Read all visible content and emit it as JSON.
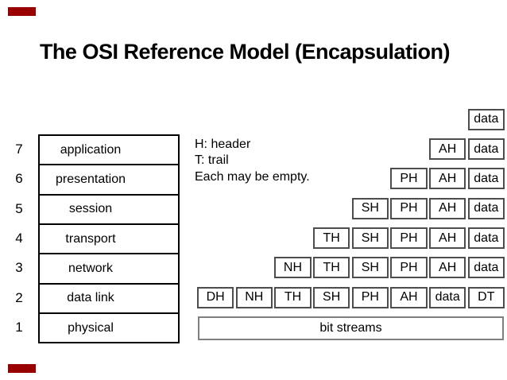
{
  "title": "The OSI Reference Model (Encapsulation)",
  "accent_bars": {
    "color": "#990000"
  },
  "legend": {
    "lines": [
      "H: header",
      "T: trail",
      "Each may be empty."
    ]
  },
  "osi_layers": [
    {
      "number": "7",
      "label": "application"
    },
    {
      "number": "6",
      "label": "presentation"
    },
    {
      "number": "5",
      "label": "session"
    },
    {
      "number": "4",
      "label": "transport"
    },
    {
      "number": "3",
      "label": "network"
    },
    {
      "number": "2",
      "label": "data link"
    },
    {
      "number": "1",
      "label": "physical"
    }
  ],
  "encapsulation": {
    "rows": [
      {
        "name": "row-data-only",
        "cells": [
          {
            "slot": 8,
            "label": "data"
          }
        ]
      },
      {
        "name": "row-application",
        "cells": [
          {
            "slot": 7,
            "label": "AH"
          },
          {
            "slot": 8,
            "label": "data"
          }
        ]
      },
      {
        "name": "row-presentation",
        "cells": [
          {
            "slot": 6,
            "label": "PH"
          },
          {
            "slot": 7,
            "label": "AH"
          },
          {
            "slot": 8,
            "label": "data"
          }
        ]
      },
      {
        "name": "row-session",
        "cells": [
          {
            "slot": 5,
            "label": "SH"
          },
          {
            "slot": 6,
            "label": "PH"
          },
          {
            "slot": 7,
            "label": "AH"
          },
          {
            "slot": 8,
            "label": "data"
          }
        ]
      },
      {
        "name": "row-transport",
        "cells": [
          {
            "slot": 4,
            "label": "TH"
          },
          {
            "slot": 5,
            "label": "SH"
          },
          {
            "slot": 6,
            "label": "PH"
          },
          {
            "slot": 7,
            "label": "AH"
          },
          {
            "slot": 8,
            "label": "data"
          }
        ]
      },
      {
        "name": "row-network",
        "cells": [
          {
            "slot": 3,
            "label": "NH"
          },
          {
            "slot": 4,
            "label": "TH"
          },
          {
            "slot": 5,
            "label": "SH"
          },
          {
            "slot": 6,
            "label": "PH"
          },
          {
            "slot": 7,
            "label": "AH"
          },
          {
            "slot": 8,
            "label": "data"
          }
        ]
      },
      {
        "name": "row-datalink",
        "cells": [
          {
            "slot": 1,
            "label": "DH"
          },
          {
            "slot": 2,
            "label": "NH"
          },
          {
            "slot": 3,
            "label": "TH"
          },
          {
            "slot": 4,
            "label": "SH"
          },
          {
            "slot": 5,
            "label": "PH"
          },
          {
            "slot": 6,
            "label": "AH"
          },
          {
            "slot": 7,
            "label": "data"
          },
          {
            "slot": 8,
            "label": "DT"
          }
        ]
      }
    ],
    "bit_streams_label": "bit streams"
  }
}
